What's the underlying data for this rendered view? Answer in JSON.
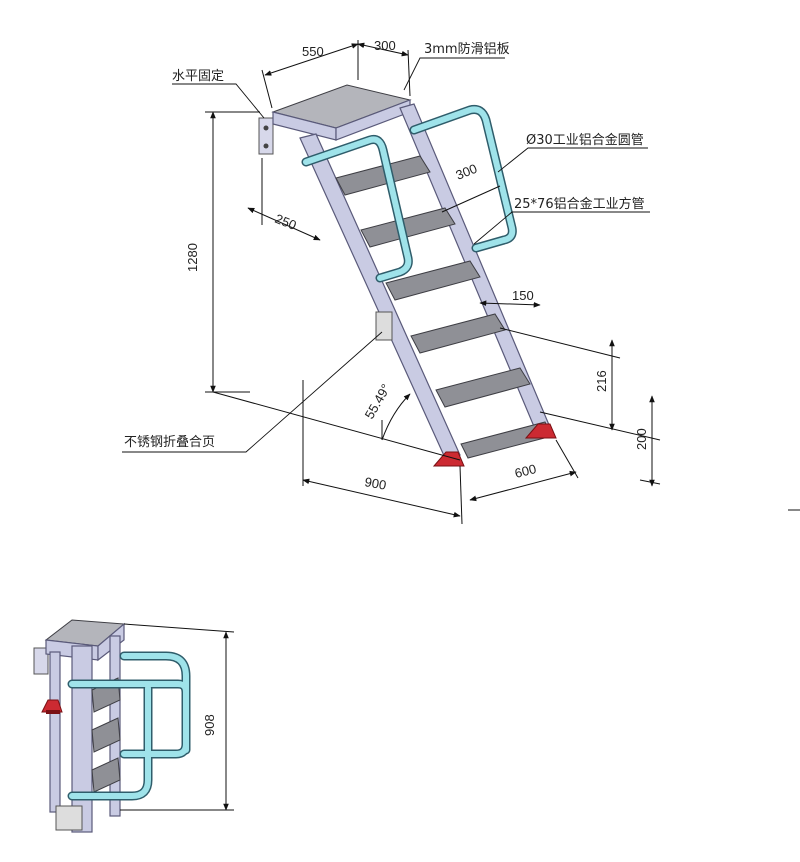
{
  "dimensions": {
    "top_depth": "550",
    "top_width": "300",
    "step_width": "300",
    "overhang": "250",
    "height": "1280",
    "step_rise": "150",
    "rise_216": "216",
    "rise_200": "200",
    "base_length": "900",
    "foot_length": "600",
    "angle": "55.49°",
    "folded_height": "908"
  },
  "labels": {
    "horizontal_fix": "水平固定",
    "plate": "3mm防滑铝板",
    "round_tube": "Ø30工业铝合金圆管",
    "square_tube": "25*76铝合金工业方管",
    "hinge": "不锈钢折叠合页"
  },
  "colors": {
    "rail": "#c9cbe3",
    "tread": "#8f9096",
    "handrail": "#9fe3ea",
    "foot": "#cc2a32"
  }
}
